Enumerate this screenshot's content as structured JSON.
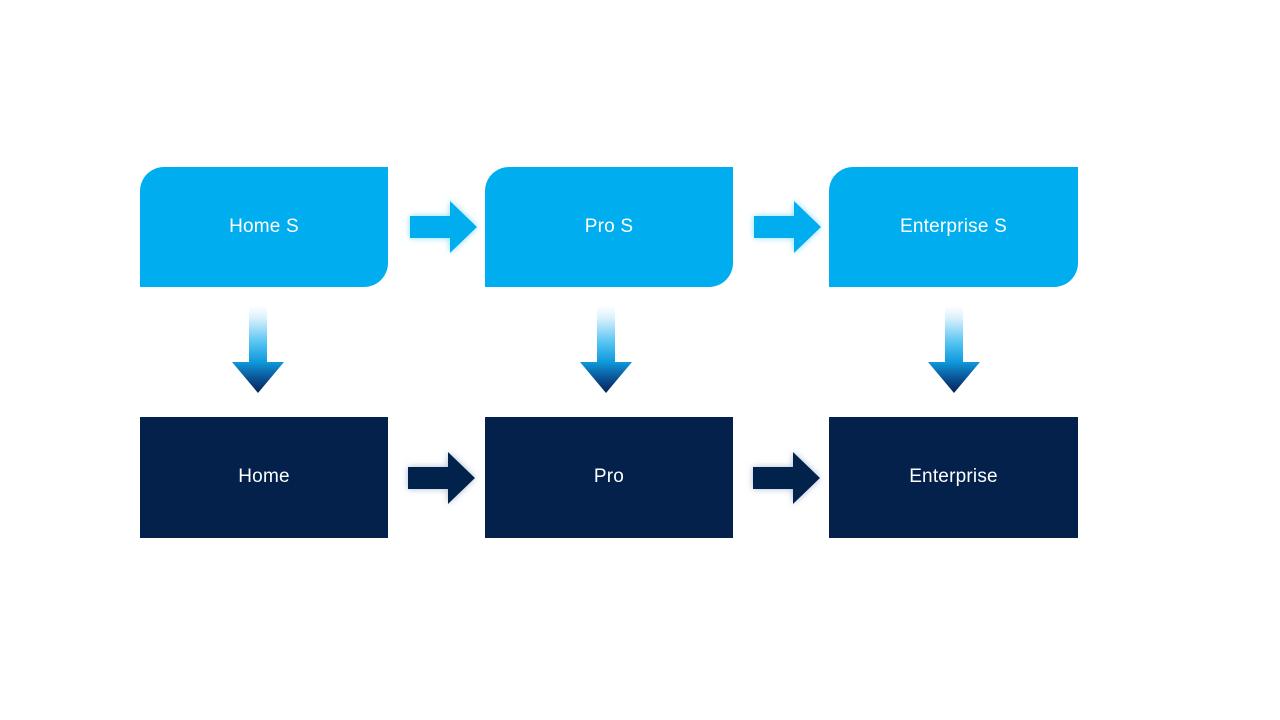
{
  "diagram": {
    "type": "flow-progression",
    "background_color": "#FFFFFF",
    "colors": {
      "tier_top": "#00AEEF",
      "tier_bottom": "#04214C",
      "arrow_top": "#00AEEF",
      "arrow_bottom": "#04214C",
      "gradient_arrow_start": "#FFFFFF",
      "gradient_arrow_mid": "#2CB6EE",
      "gradient_arrow_end": "#062B63",
      "label_text": "#FFFFFF"
    },
    "rows": [
      {
        "id": "top-row",
        "style": "cyan-rounded",
        "nodes": [
          {
            "id": "home-s",
            "label": "Home S"
          },
          {
            "id": "pro-s",
            "label": "Pro S"
          },
          {
            "id": "enterprise-s",
            "label": "Enterprise S"
          }
        ],
        "connectors": [
          {
            "id": "top-arrow-1",
            "icon": "arrow-right-icon",
            "from": "home-s",
            "to": "pro-s"
          },
          {
            "id": "top-arrow-2",
            "icon": "arrow-right-icon",
            "from": "pro-s",
            "to": "enterprise-s"
          }
        ]
      },
      {
        "id": "bottom-row",
        "style": "navy-square",
        "nodes": [
          {
            "id": "home",
            "label": "Home"
          },
          {
            "id": "pro",
            "label": "Pro"
          },
          {
            "id": "enterprise",
            "label": "Enterprise"
          }
        ],
        "connectors": [
          {
            "id": "bottom-arrow-1",
            "icon": "arrow-right-icon",
            "from": "home",
            "to": "pro"
          },
          {
            "id": "bottom-arrow-2",
            "icon": "arrow-right-icon",
            "from": "pro",
            "to": "enterprise"
          }
        ]
      }
    ],
    "vertical_connectors": [
      {
        "id": "down-arrow-1",
        "icon": "arrow-down-icon",
        "from": "home-s",
        "to": "home"
      },
      {
        "id": "down-arrow-2",
        "icon": "arrow-down-icon",
        "from": "pro-s",
        "to": "pro"
      },
      {
        "id": "down-arrow-3",
        "icon": "arrow-down-icon",
        "from": "enterprise-s",
        "to": "enterprise"
      }
    ]
  }
}
